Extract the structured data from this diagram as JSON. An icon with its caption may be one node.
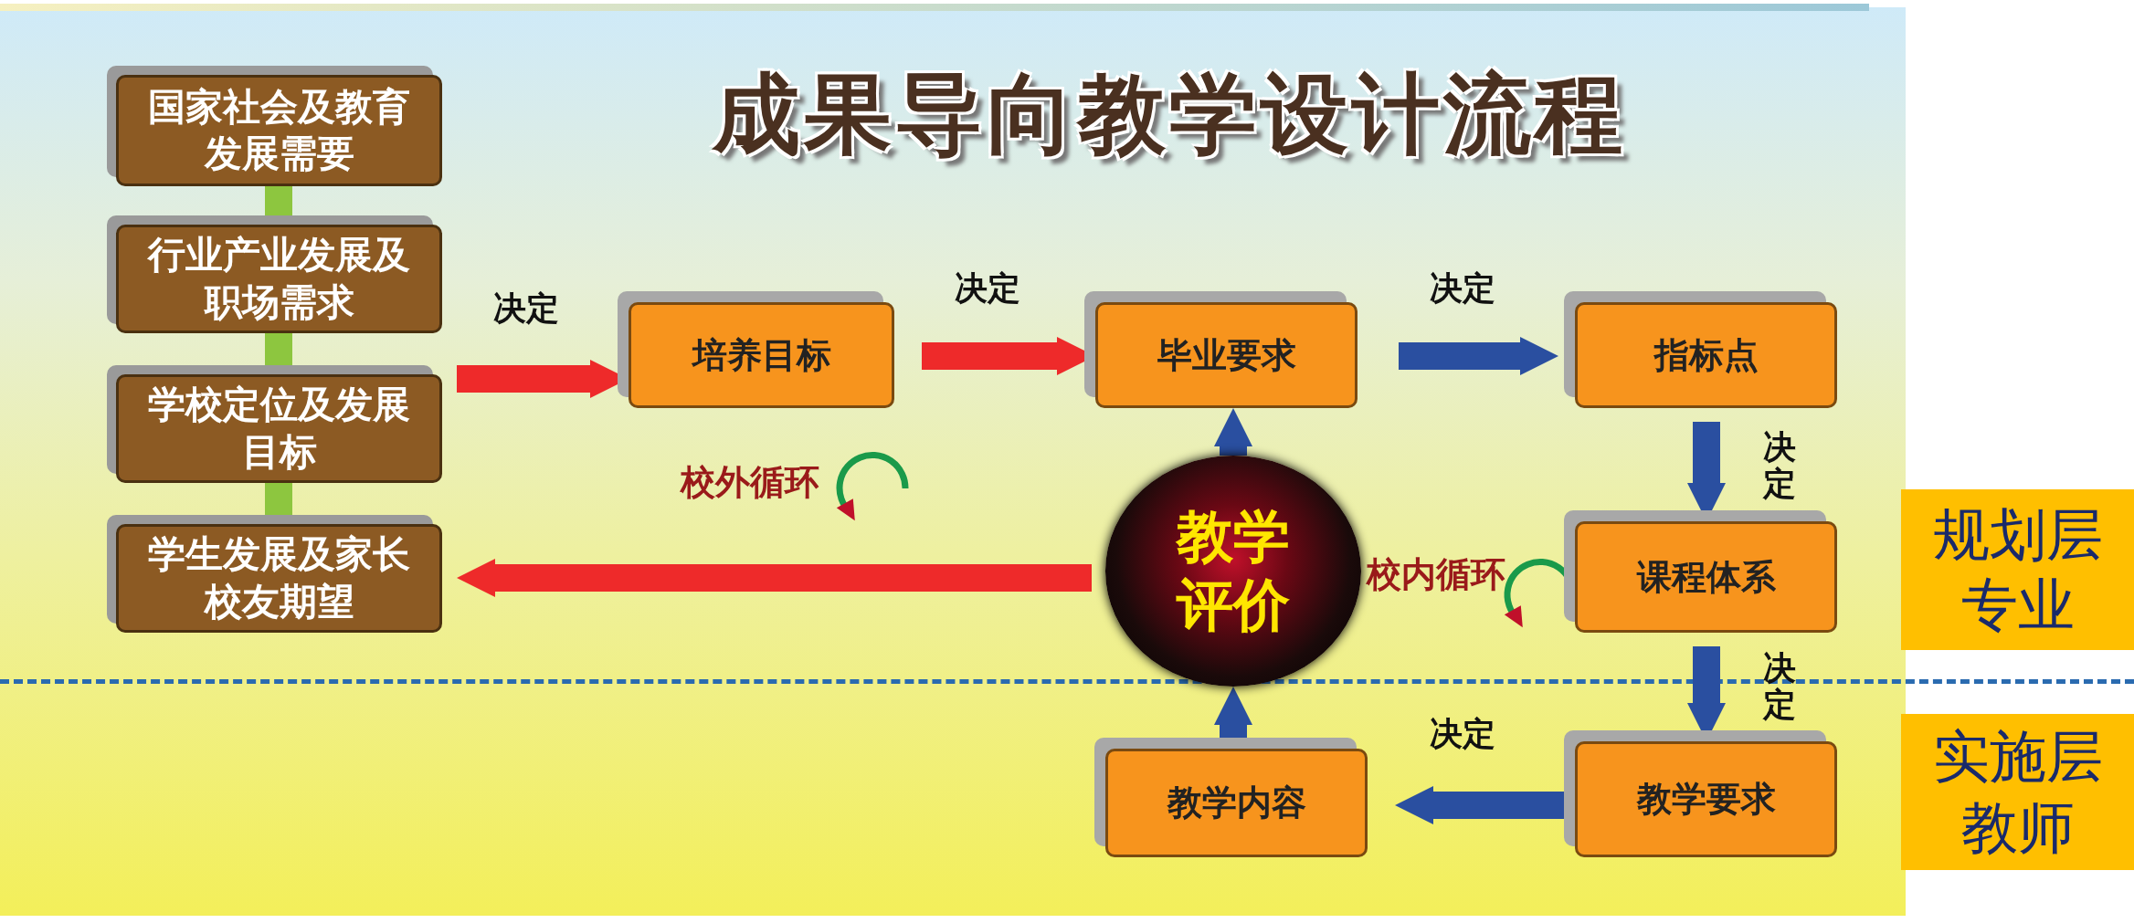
{
  "diagram": {
    "title": "成果导向教学设计流程",
    "nodes": [
      {
        "text": [
          "国家社会及教育发展需要"
        ]
      },
      {
        "text": [
          "行业产业发展及职场需求"
        ]
      },
      {
        "text": [
          "学校定位及发展目标"
        ]
      },
      {
        "text": [
          "学生发展及家长校友期望"
        ]
      },
      {
        "text": [
          "培养目标"
        ]
      },
      {
        "text": [
          "毕业要求"
        ]
      },
      {
        "text": [
          "指标点"
        ]
      },
      {
        "text": [
          "课程体系"
        ]
      },
      {
        "text": [
          "教学要求"
        ]
      },
      {
        "text": [
          "教学内容"
        ]
      },
      {
        "text": [
          "教学评价"
        ]
      },
      {
        "text": [
          "规划层",
          "专业"
        ]
      },
      {
        "text": [
          "实施层",
          "教师"
        ]
      }
    ],
    "edges": [
      {
        "from": 0,
        "to": 1,
        "arrow": "none",
        "color": "#8dc63f"
      },
      {
        "from": 1,
        "to": 2,
        "arrow": "none",
        "color": "#8dc63f"
      },
      {
        "from": 2,
        "to": 3,
        "arrow": "none",
        "color": "#8dc63f"
      },
      {
        "from": 2,
        "to": 4,
        "arrow": "to",
        "label": "决定",
        "color": "#ee2a2a"
      },
      {
        "from": 4,
        "to": 5,
        "arrow": "to",
        "label": "决定",
        "color": "#ee2a2a"
      },
      {
        "from": 5,
        "to": 6,
        "arrow": "to",
        "label": "决定"
      },
      {
        "from": 6,
        "to": 7,
        "arrow": "to",
        "label": "决定"
      },
      {
        "from": 7,
        "to": 8,
        "arrow": "to",
        "label": "决定"
      },
      {
        "from": 8,
        "to": 9,
        "arrow": "to",
        "label": "决定"
      },
      {
        "from": 9,
        "to": 10,
        "arrow": "to"
      },
      {
        "from": 10,
        "to": 5,
        "arrow": "to"
      },
      {
        "from": 10,
        "to": 3,
        "arrow": "to",
        "color": "#ee2a2a"
      }
    ],
    "labels": [
      "校外循环",
      "校内循环"
    ]
  }
}
